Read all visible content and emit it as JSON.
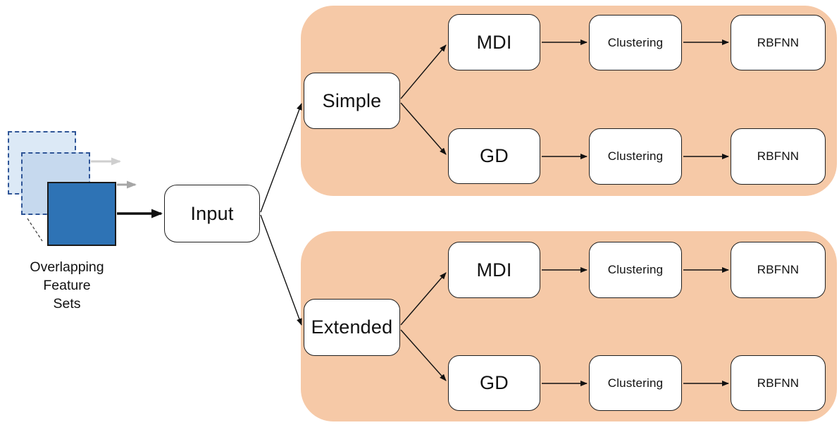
{
  "diagram": {
    "feature_sets": {
      "lines": [
        "Overlapping",
        "Feature",
        "Sets"
      ]
    },
    "input": {
      "label": "Input"
    },
    "branches": [
      {
        "label": "Simple",
        "pipelines": [
          {
            "method": "MDI",
            "step1": "Clustering",
            "step2": "RBFNN"
          },
          {
            "method": "GD",
            "step1": "Clustering",
            "step2": "RBFNN"
          }
        ]
      },
      {
        "label": "Extended",
        "pipelines": [
          {
            "method": "MDI",
            "step1": "Clustering",
            "step2": "RBFNN"
          },
          {
            "method": "GD",
            "step1": "Clustering",
            "step2": "RBFNN"
          }
        ]
      }
    ],
    "colors": {
      "branch_container_fill": "#f6c9a7",
      "front_square_fill": "#2e73b5",
      "middle_square_fill": "#c6d9ee",
      "back_square_fill": "#dce9f6",
      "dashed_border": "#2f5597",
      "arrow_black": "#111111",
      "arrow_gray_light": "#cfcfcf",
      "arrow_gray_mid": "#a6a6a6"
    }
  }
}
